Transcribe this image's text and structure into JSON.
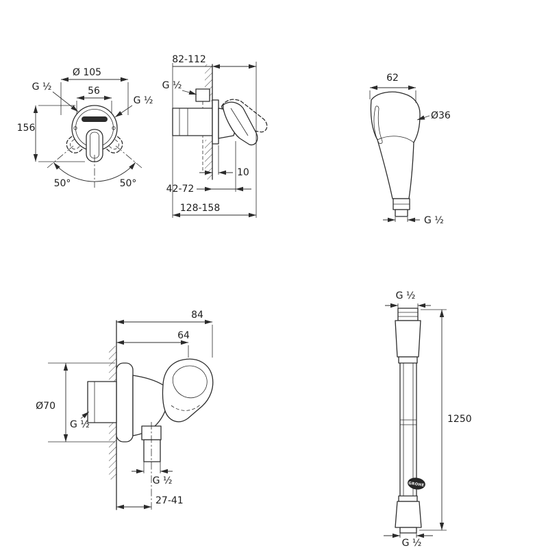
{
  "colors": {
    "background": "#ffffff",
    "line": "#2b2b2b"
  },
  "drawing": {
    "brand_badge": "GROHE",
    "views": {
      "mixer_front": {
        "dim_swing_diameter": "Ø 105",
        "dim_thread_top_left": "G ½",
        "dim_spout_width": "56",
        "dim_thread_right": "G ½",
        "dim_height": "156",
        "dim_angle_left": "50°",
        "dim_angle_right": "50°"
      },
      "mixer_side": {
        "dim_depth_range": "82-112",
        "dim_thread_supply": "G ½",
        "dim_escutcheon_gap": "10",
        "dim_embed_range": "42-72",
        "dim_total_range": "128-158"
      },
      "hand_shower": {
        "dim_head_width": "62",
        "dim_handle_diameter": "Ø36",
        "dim_thread": "G ½"
      },
      "wall_union": {
        "dim_total_depth": "84",
        "dim_holder_depth": "64",
        "dim_escutcheon_diameter": "Ø70",
        "dim_thread_inlet": "G ½",
        "dim_thread_outlet": "G ½",
        "dim_outlet_offset": "27-41"
      },
      "hose": {
        "dim_thread_top": "G ½",
        "dim_length": "1250",
        "dim_thread_bottom": "G ½"
      }
    }
  }
}
